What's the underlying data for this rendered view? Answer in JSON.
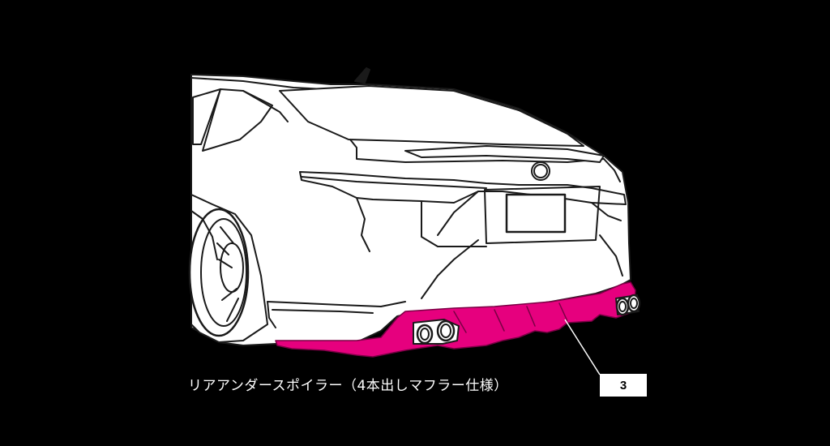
{
  "part": {
    "caption": "リアアンダースポイラー（4本出しマフラー仕様）",
    "number": "3"
  },
  "colors": {
    "background": "#000000",
    "body_fill": "#ffffff",
    "line": "#1a1a1a",
    "highlight": "#e6007e",
    "badge_bg": "#ffffff"
  },
  "icons": [
    "rear-car-illustration",
    "rear-under-spoiler-highlight",
    "leader-line"
  ]
}
